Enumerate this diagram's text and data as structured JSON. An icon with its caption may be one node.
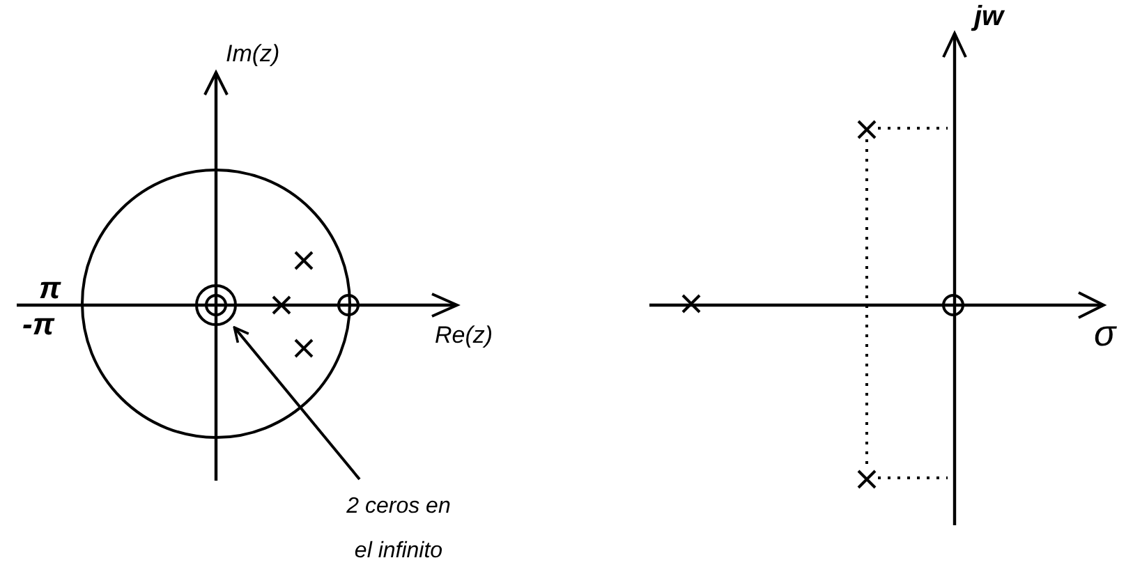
{
  "diagram": {
    "nodes": [
      {
        "text": [],
        "shape": "circle"
      },
      {
        "text": [
          "2 ceros en el infinito"
        ]
      }
    ],
    "edges": [
      {
        "from": 1,
        "to": 0,
        "arrow": "to"
      }
    ],
    "labels": [
      "Im(z)",
      "π",
      "-π",
      "Re(z)",
      "jw",
      "σ"
    ]
  }
}
